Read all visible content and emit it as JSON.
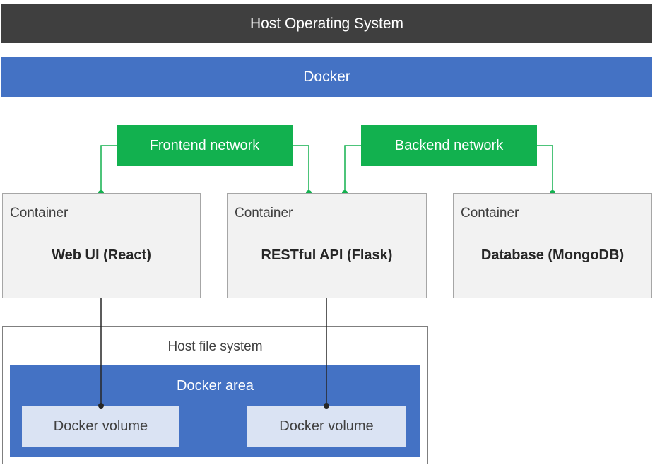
{
  "host_os": {
    "label": "Host Operating System"
  },
  "docker": {
    "label": "Docker"
  },
  "networks": {
    "frontend": "Frontend network",
    "backend": "Backend network"
  },
  "containers": [
    {
      "label": "Container",
      "name": "Web UI (React)"
    },
    {
      "label": "Container",
      "name": "RESTful API (Flask)"
    },
    {
      "label": "Container",
      "name": "Database (MongoDB)"
    }
  ],
  "host_fs": {
    "label": "Host file system",
    "docker_area": "Docker area",
    "volumes": [
      "Docker volume",
      "Docker volume"
    ]
  },
  "colors": {
    "host_os": "#3f3f3f",
    "docker": "#4472c4",
    "network": "#12b14f",
    "container": "#f2f2f2",
    "volume": "#dae3f3"
  }
}
